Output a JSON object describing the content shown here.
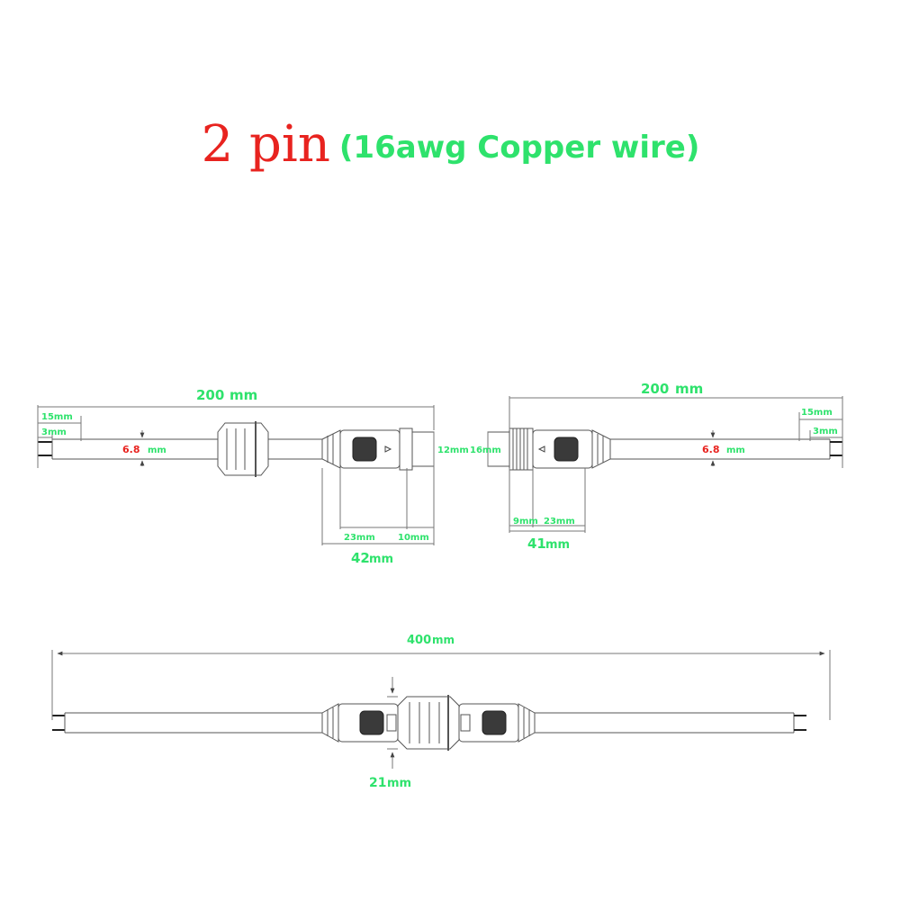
{
  "title": {
    "main": "2 pin",
    "sub": "(16awg Copper wire)"
  },
  "colors": {
    "title_red": "#e8231f",
    "label_green": "#2ee26c",
    "line": "#555555"
  },
  "female": {
    "length_num": "200",
    "length_unit": "mm",
    "strip_outer": "15mm",
    "strip_inner": "3mm",
    "diameter_num": "6.8",
    "diameter_unit": "mm",
    "head_diameter": "12mm",
    "seg_a": "23mm",
    "seg_b": "10mm",
    "total_num": "42",
    "total_unit": "mm"
  },
  "male": {
    "length_num": "200",
    "length_unit": "mm",
    "strip_outer": "15mm",
    "strip_inner": "3mm",
    "diameter_num": "6.8",
    "diameter_unit": "mm",
    "head_diameter": "16mm",
    "seg_a": "9mm",
    "seg_b": "23mm",
    "total_num": "41",
    "total_unit": "mm"
  },
  "assembly": {
    "length_num": "400",
    "length_unit": "mm",
    "diameter_num": "21",
    "diameter_unit": "mm"
  }
}
